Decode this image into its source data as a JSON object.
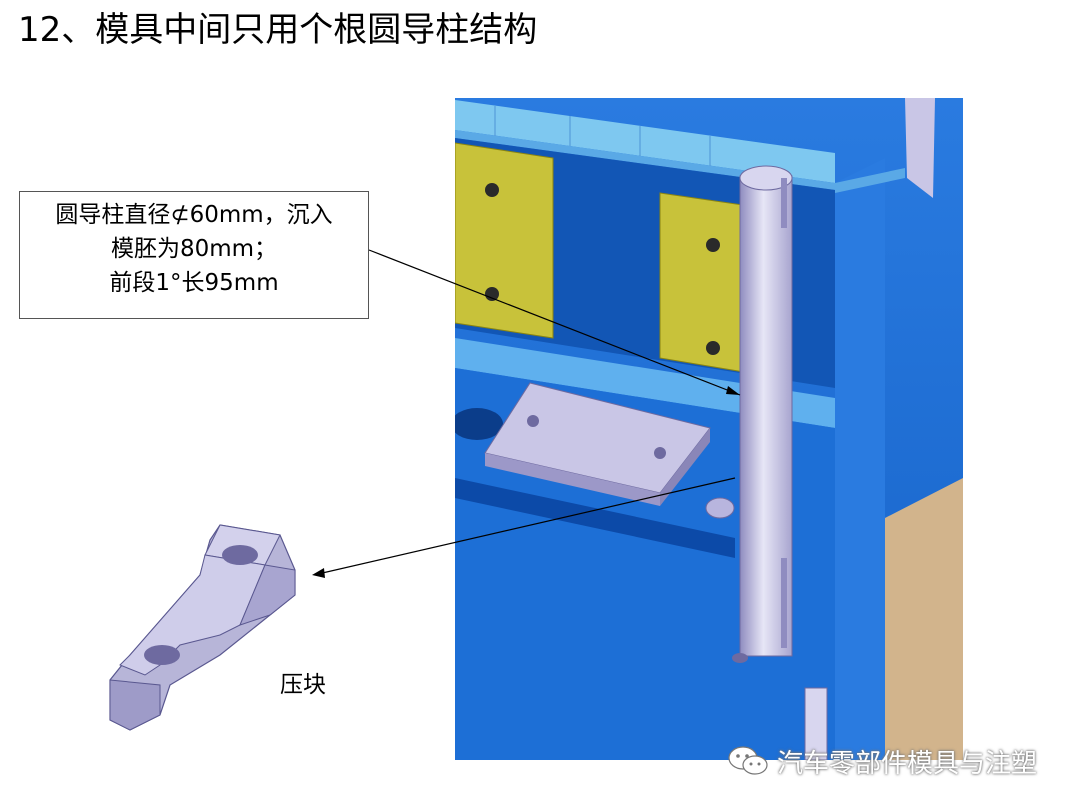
{
  "slide": {
    "title": "12、模具中间只用个根圆导柱结构",
    "callout_lines": [
      "圆导柱直径⊄60mm，沉入",
      "模胚为80mm；",
      "前段1°长95mm"
    ],
    "part_label": "压块",
    "watermark": "汽车零部件模具与注塑"
  },
  "colors": {
    "mold_blue": "#1d6fd6",
    "mold_dark_blue": "#0c4aa8",
    "rail_light_blue": "#7ec8f0",
    "plate_yellow": "#c8c23a",
    "pillar_lavender": "#c9c6e6",
    "tan": "#d2b48c"
  },
  "icons": [
    "wechat-icon"
  ]
}
